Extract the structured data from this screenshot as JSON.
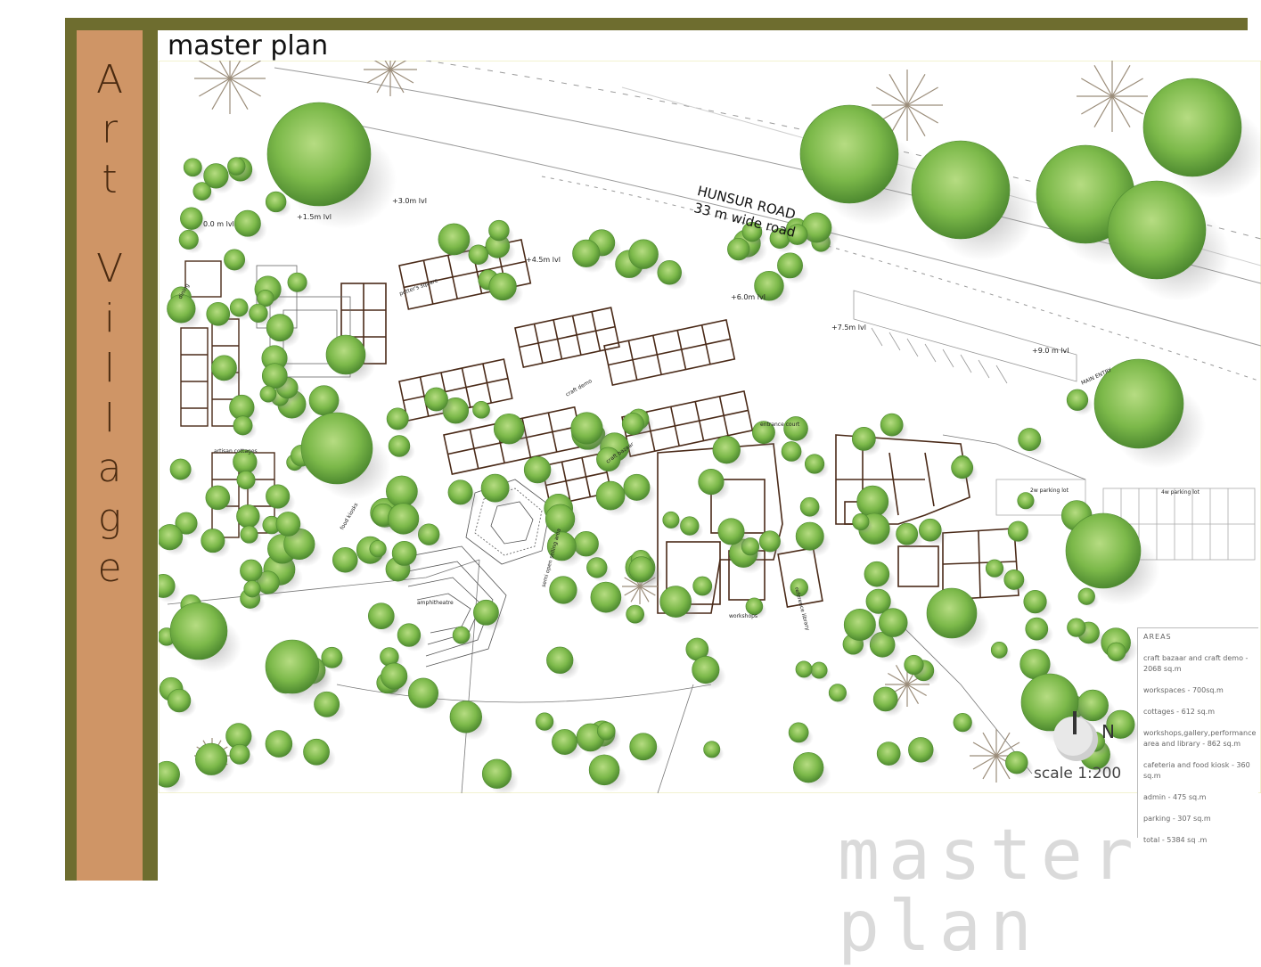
{
  "side_title": [
    "A",
    "r",
    "t",
    "",
    "V",
    "i",
    "l",
    "l",
    "a",
    "g",
    "e"
  ],
  "page_title": "master plan",
  "watermark": "master plan",
  "road": {
    "name": "HUNSUR ROAD",
    "width": "33 m wide road"
  },
  "levels": [
    "0.0 m lvl",
    "+1.5m lvl",
    "+3.0m lvl",
    "+4.5m lvl",
    "+6.0m lvl",
    "+7.5m lvl",
    "+9.0 m lvl"
  ],
  "zones": {
    "main_entry": "MAIN ENTRY",
    "parking_2w": "2w parking lot",
    "parking_4w": "4w parking lot",
    "dining": "dining",
    "artisan_cottages": "artisan cottages",
    "food_kiosks": "food kiosks",
    "amphitheatre": "amphitheatre",
    "semi_open_selling": "semi open selling area",
    "craft_bazaar": "craft bazaar",
    "craft_demo": "craft demo",
    "potters_square": "potter's square",
    "workshops": "workshops",
    "reference_library": "reference library",
    "entrance_court": "entrance court"
  },
  "north": {
    "letter": "N"
  },
  "scale": "scale 1:200",
  "areas": {
    "heading": "AREAS",
    "items": [
      "craft bazaar and craft demo - 2068 sq.m",
      "workspaces - 700sq.m",
      "cottages - 612 sq.m",
      "workshops,gallery,performance area and library - 862 sq.m",
      "cafeteria and food kiosk - 360 sq.m",
      "admin - 475 sq.m",
      "parking - 307 sq.m",
      "total - 5384 sq .m"
    ]
  },
  "colors": {
    "frame": "#6e6d2f",
    "band": "#cf9566",
    "tree": "#7cb94a",
    "wall": "#5a2e1a"
  }
}
